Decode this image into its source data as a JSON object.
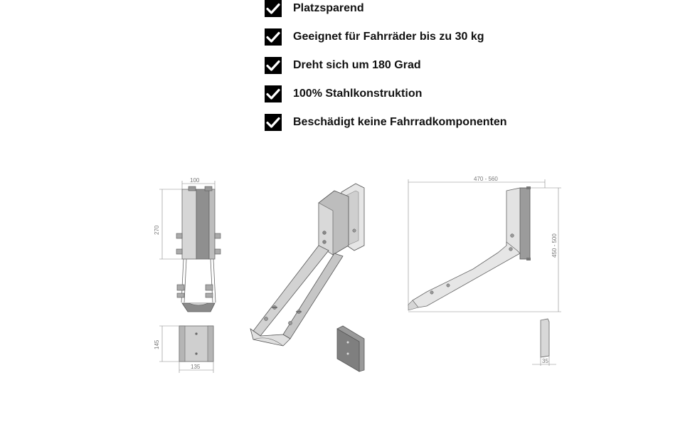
{
  "features": [
    {
      "icon": "checkmark-icon",
      "text": "Platzsparend"
    },
    {
      "icon": "checkmark-icon",
      "text": "Geeignet für Fahrräder bis zu 30 kg"
    },
    {
      "icon": "checkmark-icon",
      "text": "Dreht sich um 180 Grad"
    },
    {
      "icon": "checkmark-icon",
      "text": "100% Stahlkonstruktion"
    },
    {
      "icon": "checkmark-icon",
      "text": "Beschädigt keine Fahrradkomponenten"
    }
  ],
  "dimensions": {
    "front_width": "100",
    "front_height": "270",
    "plate_height": "145",
    "plate_width": "135",
    "side_length": "470 - 560",
    "side_height": "450 - 500",
    "profile_depth": "35"
  },
  "colors": {
    "check_bg": "#000000",
    "steel_light": "#e2e2e2",
    "steel_mid": "#bdbdbd",
    "steel_dark": "#8f8f8f",
    "line": "#666666"
  }
}
